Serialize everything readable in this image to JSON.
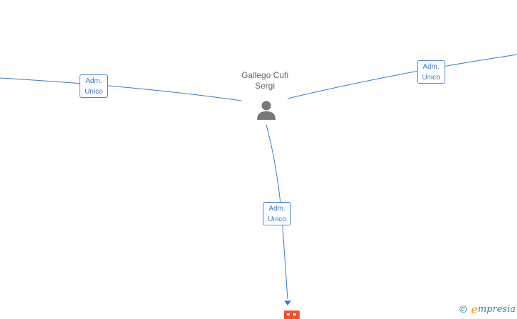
{
  "person": {
    "name_line1": "Gallego Cufi",
    "name_line2": "Sergi",
    "icon": "person-icon"
  },
  "edges": [
    {
      "label_line1": "Adm.",
      "label_line2": "Unico"
    },
    {
      "label_line1": "Adm.",
      "label_line2": "Unico"
    },
    {
      "label_line1": "Adm.",
      "label_line2": "Unico"
    }
  ],
  "company": {
    "icon": "building-icon"
  },
  "brand": {
    "copyright": "©",
    "e_letter": "e",
    "name_rest": "mpresia"
  },
  "colors": {
    "edge": "#3a78d0",
    "person": "#777777",
    "company": "#f0532a",
    "brand": "#1f8ea3"
  }
}
